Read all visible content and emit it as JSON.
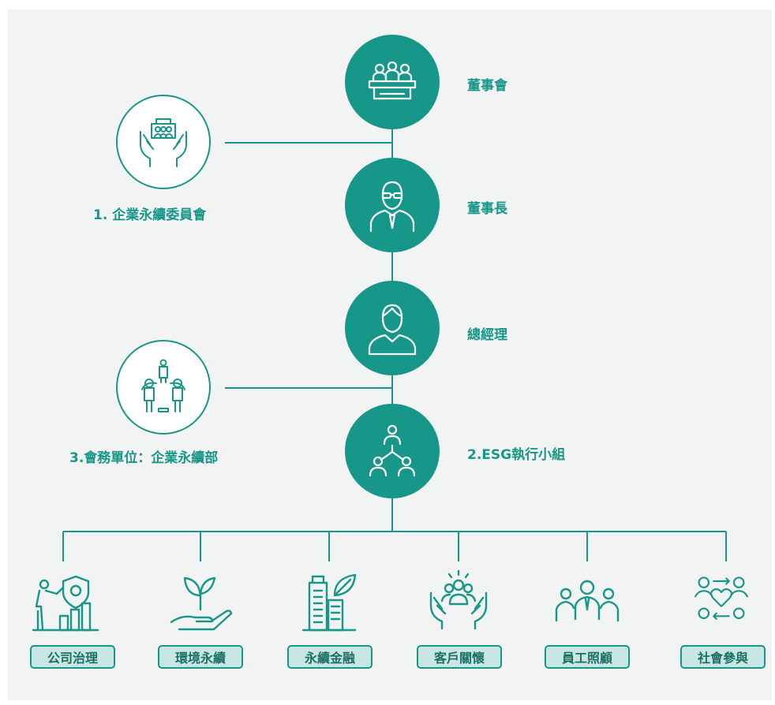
{
  "nodes": {
    "board": "董事會",
    "chairman": "董事長",
    "general_manager": "總經理",
    "esg_team": "2.ESG執行小組"
  },
  "side_nodes": {
    "committee": "1. 企業永續委員會",
    "secretariat": "3.會務單位：企業永續部"
  },
  "categories": [
    "公司治理",
    "環境永續",
    "永續金融",
    "客戶關懷",
    "員工照顧",
    "社會參與"
  ],
  "colors": {
    "teal": "#17978a",
    "light_teal": "#c9e7e2",
    "background": "#f2f3f3"
  }
}
